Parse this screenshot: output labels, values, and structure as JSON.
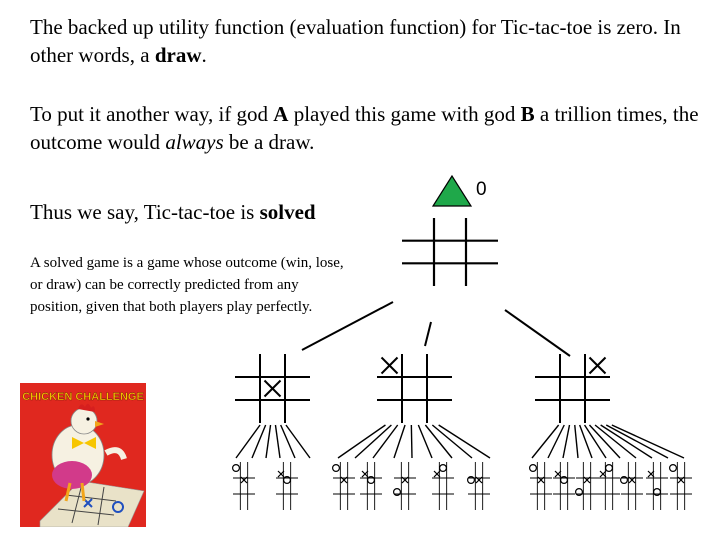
{
  "slide": {
    "p1_a": "The backed up utility function (evaluation function) for Tic-tac-toe is zero. In other words, a ",
    "p1_bold": "draw",
    "p1_end": ".",
    "p2_a": "To put it another way, if god ",
    "p2_bold_a": "A",
    "p2_b": " played this game with god ",
    "p2_bold_b": "B",
    "p2_c": " a trillion times, the outcome would ",
    "p2_italic": "always",
    "p2_d": " be a draw.",
    "p3_a": "Thus we say, Tic-tac-toe is ",
    "p3_bold": "solved",
    "p4": "A solved game is a game whose outcome (win, lose, or draw) can be correctly predicted from any position, given that both players play perfectly."
  },
  "diagram": {
    "root_value": "0",
    "root_color": "#1fa84a",
    "child_x_cells": [
      4,
      0,
      2
    ]
  },
  "image": {
    "title": "CHICKEN CHALLENGE",
    "colors": {
      "background": "#e0281f",
      "title": "#f7c600",
      "board": "#e9e2c8"
    }
  }
}
